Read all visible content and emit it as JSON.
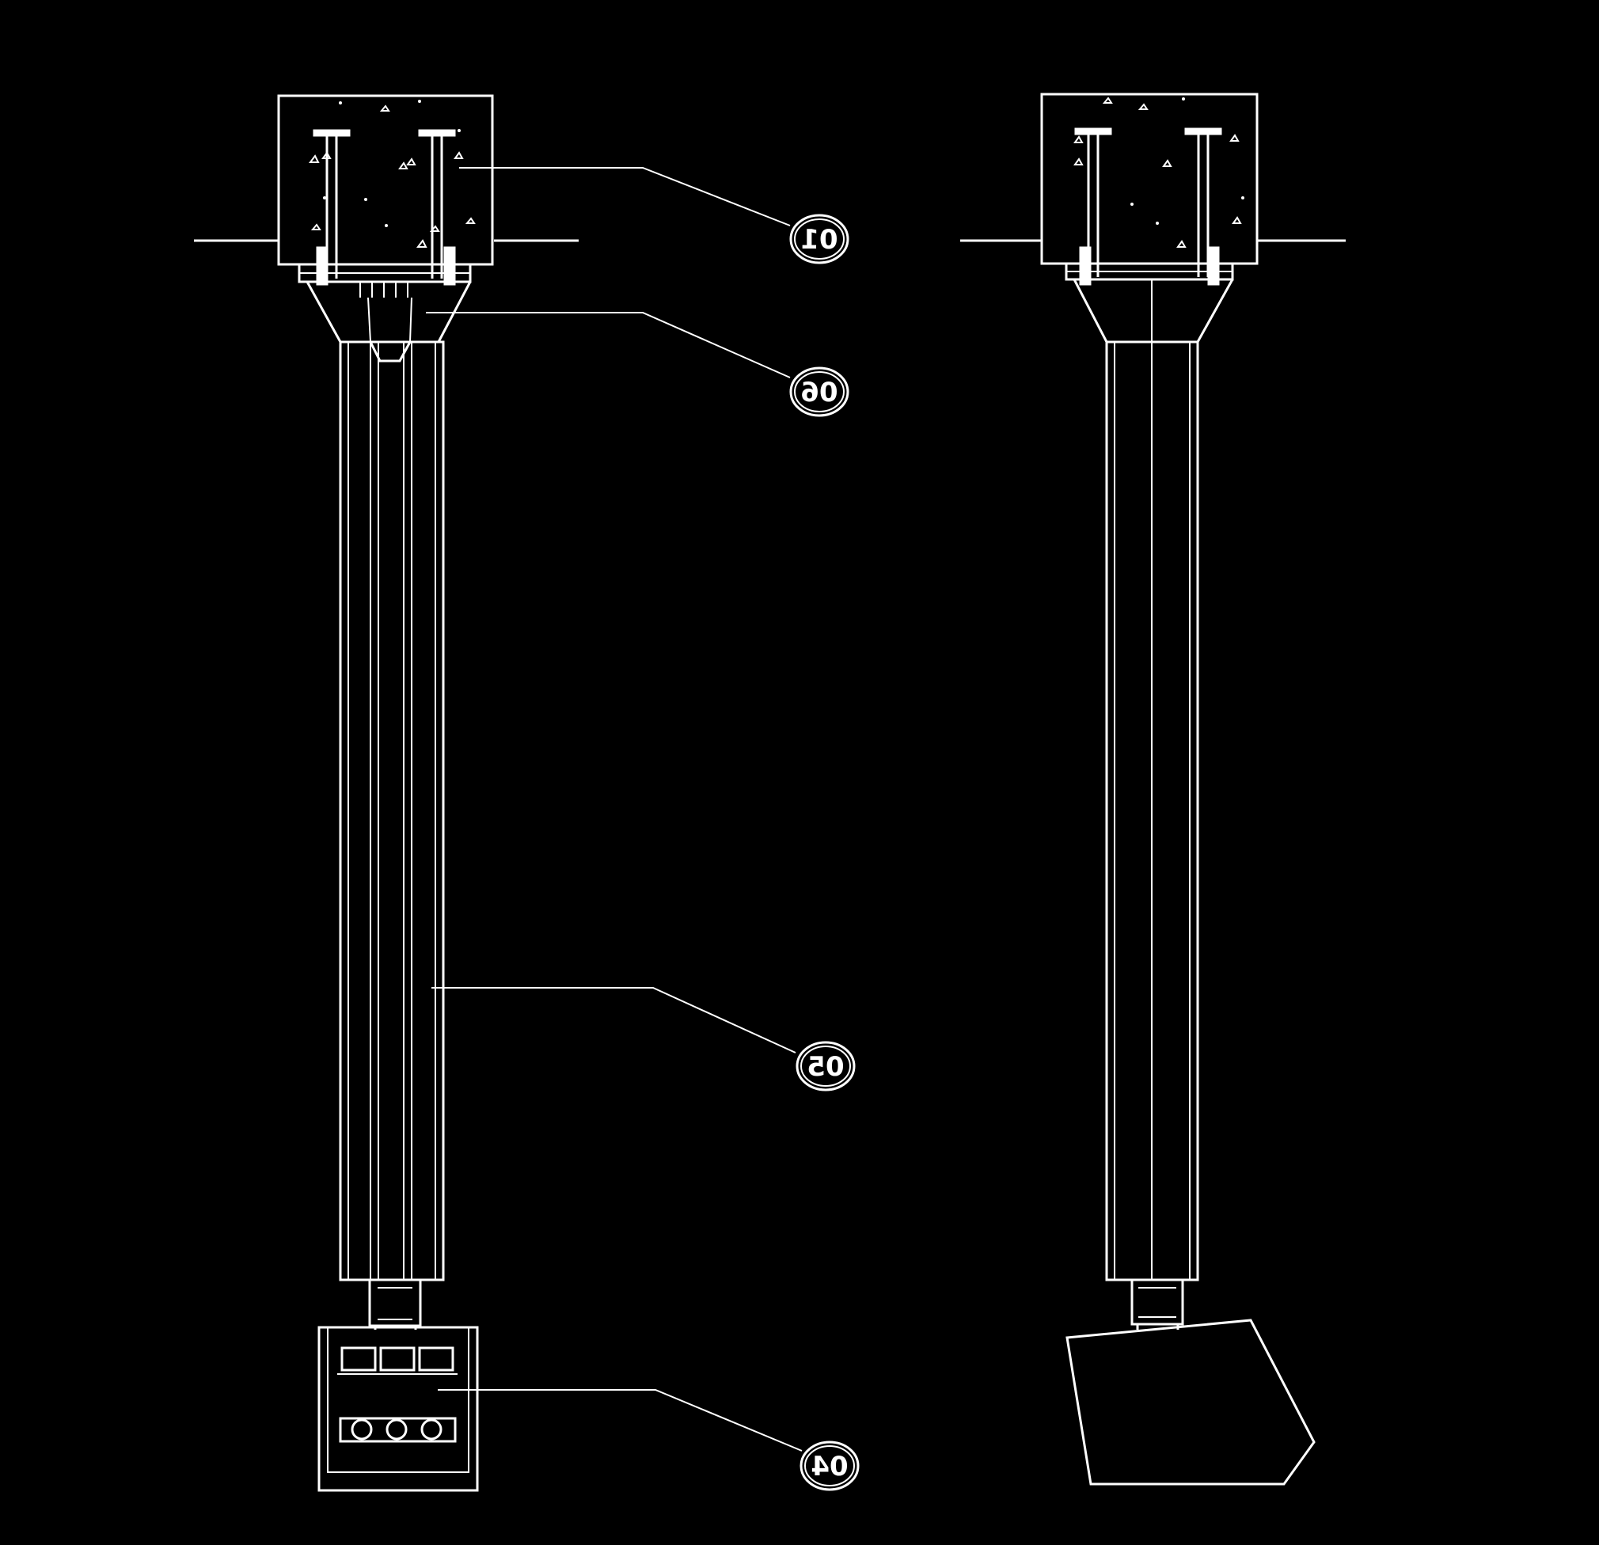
{
  "colors": {
    "background": "#000000",
    "linework": "#ffffff"
  },
  "callouts": [
    {
      "id": "01",
      "label": "01"
    },
    {
      "id": "06",
      "label": "06"
    },
    {
      "id": "05",
      "label": "05"
    },
    {
      "id": "04",
      "label": "04"
    }
  ],
  "icons": [
    "concrete-block",
    "anchor-bolt",
    "base-plate",
    "tube-column",
    "connector-sleeve",
    "fixture-box",
    "angled-fixture"
  ]
}
